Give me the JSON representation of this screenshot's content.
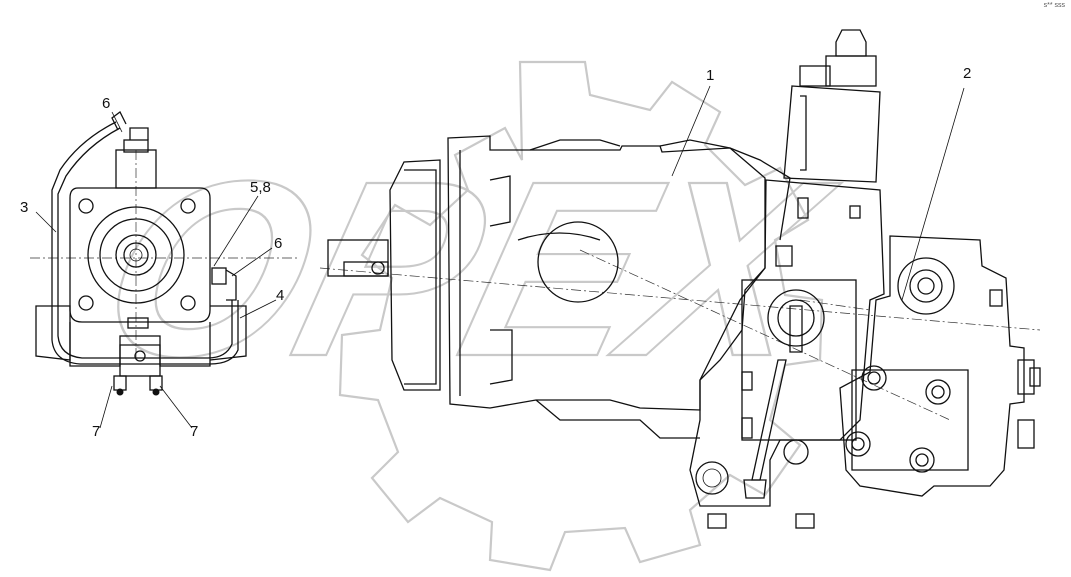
{
  "diagram": {
    "callouts": [
      {
        "id": "c1",
        "text": "1"
      },
      {
        "id": "c2",
        "text": "2"
      },
      {
        "id": "c3",
        "text": "3"
      },
      {
        "id": "c4",
        "text": "4"
      },
      {
        "id": "c58",
        "text": "5,8"
      },
      {
        "id": "c6a",
        "text": "6"
      },
      {
        "id": "c6b",
        "text": "6"
      },
      {
        "id": "c7a",
        "text": "7"
      },
      {
        "id": "c7b",
        "text": "7"
      }
    ],
    "watermark_text": "OPEX",
    "corner_mark": "s** sss"
  }
}
